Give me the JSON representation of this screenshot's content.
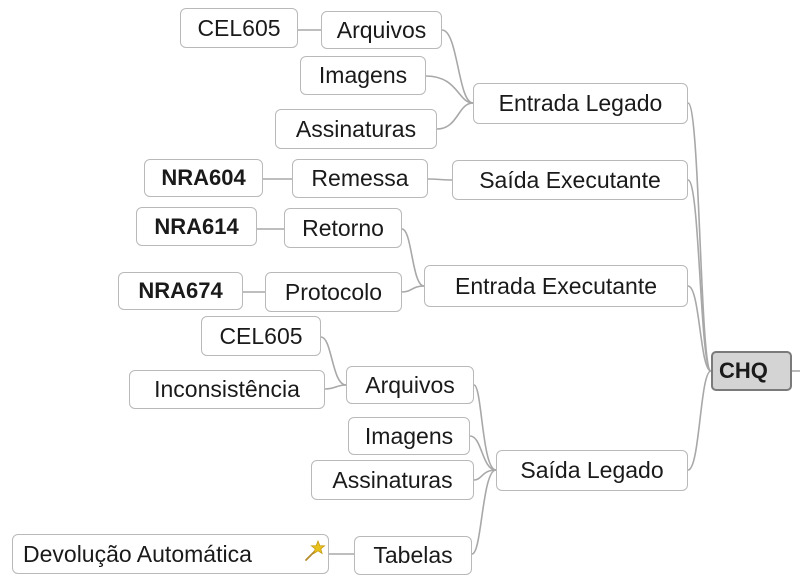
{
  "root": {
    "label": "CHQ"
  },
  "branches": {
    "entrada_legado": {
      "label": "Entrada Legado",
      "arquivos": {
        "label": "Arquivos",
        "leaf": "CEL605"
      },
      "imagens": "Imagens",
      "assinaturas": "Assinaturas"
    },
    "saida_executante": {
      "label": "Saída Executante",
      "remessa": {
        "label": "Remessa",
        "leaf": "NRA604"
      }
    },
    "entrada_executante": {
      "label": "Entrada Executante",
      "retorno": {
        "label": "Retorno",
        "leaf": "NRA614"
      },
      "protocolo": {
        "label": "Protocolo",
        "leaf": "NRA674"
      }
    },
    "saida_legado": {
      "label": "Saída Legado",
      "arquivos": {
        "label": "Arquivos",
        "leaves": [
          "CEL605",
          "Inconsistência"
        ]
      },
      "imagens": "Imagens",
      "assinaturas": "Assinaturas",
      "tabelas": {
        "label": "Tabelas",
        "leaf": "Devolução Automática"
      }
    }
  },
  "colors": {
    "connector": "#a8a8a8",
    "node_border": "#b9b9b9",
    "root_fill": "#d4d4d4",
    "star": "#e8c21a"
  },
  "icons": {
    "devolucao_marker": "star-icon"
  }
}
